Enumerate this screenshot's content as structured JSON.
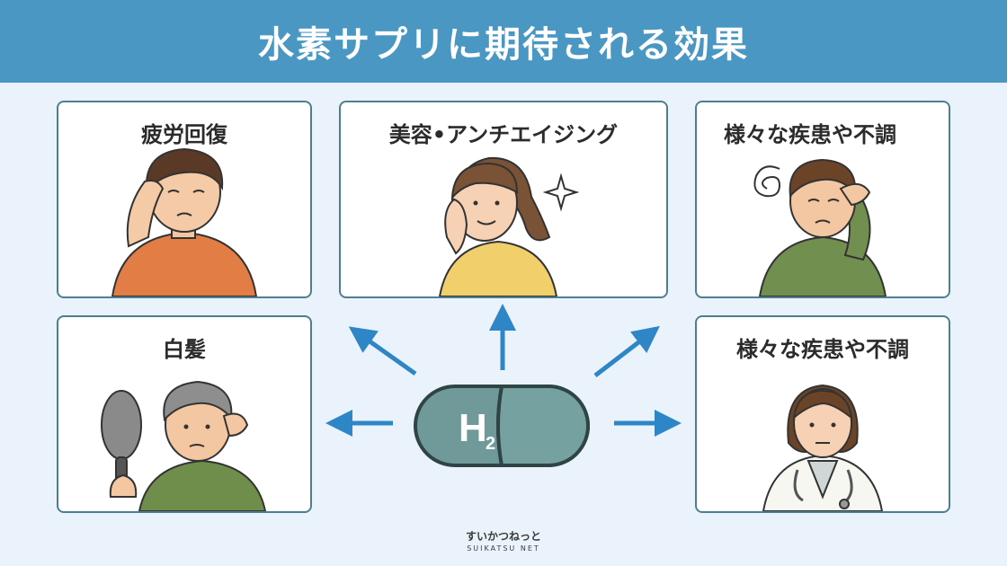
{
  "title": "水素サプリに期待される効果",
  "cards": [
    {
      "label": "疲労回復"
    },
    {
      "label": "美容•アンチエイジング"
    },
    {
      "label": "様々な疾患や不調"
    },
    {
      "label": "白髪"
    },
    {
      "label": "様々な疾患や不調"
    }
  ],
  "capsule": {
    "text": "H",
    "subscript": "2"
  },
  "logo": {
    "line1": "すいかつねっと",
    "line2": "SUIKATSU NET"
  },
  "colors": {
    "header": "#4a97c4",
    "background": "#eaf3fb",
    "arrow": "#2f86c6",
    "card_border": "#4e7f8e",
    "capsule": "#6f9a99"
  }
}
